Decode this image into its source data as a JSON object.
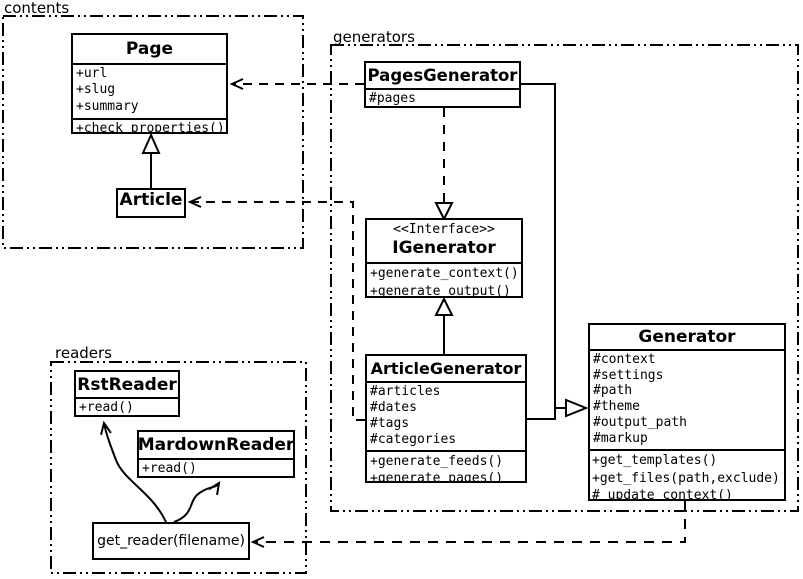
{
  "packages": {
    "contents": {
      "label": "contents"
    },
    "generators": {
      "label": "generators"
    },
    "readers": {
      "label": "readers"
    }
  },
  "classes": {
    "page": {
      "name": "Page",
      "attrs": [
        "+url",
        "+slug",
        "+summary"
      ],
      "methods": [
        "+check_properties()"
      ]
    },
    "article": {
      "name": "Article"
    },
    "pages_generator": {
      "name": "PagesGenerator",
      "attrs": [
        "#pages"
      ]
    },
    "igenerator": {
      "stereotype": "<<Interface>>",
      "name": "IGenerator",
      "methods": [
        "+generate_context()",
        "+generate_output()"
      ]
    },
    "article_generator": {
      "name": "ArticleGenerator",
      "attrs": [
        "#articles",
        "#dates",
        "#tags",
        "#categories"
      ],
      "methods": [
        "+generate_feeds()",
        "+generate_pages()"
      ]
    },
    "generator": {
      "name": "Generator",
      "attrs": [
        "#context",
        "#settings",
        "#path",
        "#theme",
        "#output_path",
        "#markup"
      ],
      "methods": [
        "+get_templates()",
        "+get_files(path,exclude)",
        "#_update_context()"
      ]
    },
    "rst_reader": {
      "name": "RstReader",
      "methods": [
        "+read()"
      ]
    },
    "markdown_reader": {
      "name": "MardownReader",
      "methods": [
        "+read()"
      ]
    },
    "get_reader": {
      "label": "get_reader(filename)"
    }
  },
  "relations": {
    "article_extends_page": "generalization",
    "pages_generator_implements_igenerator": "dashed realization",
    "article_generator_implements_igenerator": "realization",
    "generators_extend_generator": "generalization",
    "pages_generator_uses_page": "dependency",
    "article_generator_uses_article": "dependency",
    "generator_uses_get_reader": "dependency",
    "get_reader_creates_rst_reader": "flow",
    "get_reader_creates_markdown_reader": "flow"
  },
  "colors": {
    "line": "#000000",
    "background": "#ffffff"
  }
}
